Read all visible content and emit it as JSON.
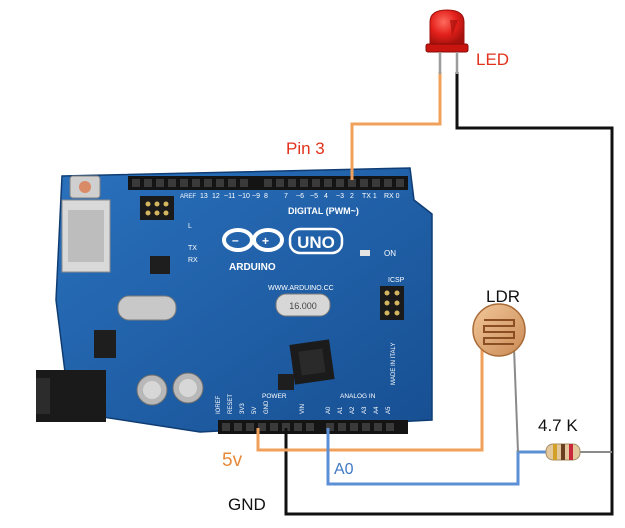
{
  "labels": {
    "led": "LED",
    "pin3": "Pin 3",
    "ldr": "LDR",
    "resistor": "4.7 K",
    "five_v": "5v",
    "a0": "A0",
    "gnd": "GND"
  },
  "board": {
    "model": "UNO",
    "brand": "ARDUINO",
    "website": "WWW.ARDUINO.CC",
    "crystal": "16.000",
    "digital_header": "DIGITAL (PWM~)",
    "analog_header": "ANALOG IN",
    "power_header": "POWER",
    "on_label": "ON",
    "icsp_label": "ICSP",
    "tx_label": "TX",
    "rx_label": "RX",
    "l_label": "L",
    "aref_label": "AREF",
    "gnd_label": "GND",
    "ioref_label": "IOREF",
    "reset_label": "RESET",
    "v33_label": "3V3",
    "v5_label": "5V",
    "vin_label": "VIN",
    "made_in": "MADE IN ITALY",
    "digital_pins": [
      "13",
      "12",
      "~11",
      "~10",
      "~9",
      "8",
      "7",
      "~6",
      "~5",
      "4",
      "~3",
      "2",
      "TX 1",
      "RX 0"
    ],
    "analog_pins": [
      "A0",
      "A1",
      "A2",
      "A3",
      "A4",
      "A5"
    ]
  },
  "colors": {
    "led_red": "#e3201b",
    "wire_orange": "#f0a05a",
    "wire_black": "#111111",
    "wire_blue": "#5b8fd6",
    "board_blue": "#1f5fa8",
    "label_red": "#e0321c",
    "label_orange": "#e8893a",
    "label_blue": "#3f78c4"
  }
}
